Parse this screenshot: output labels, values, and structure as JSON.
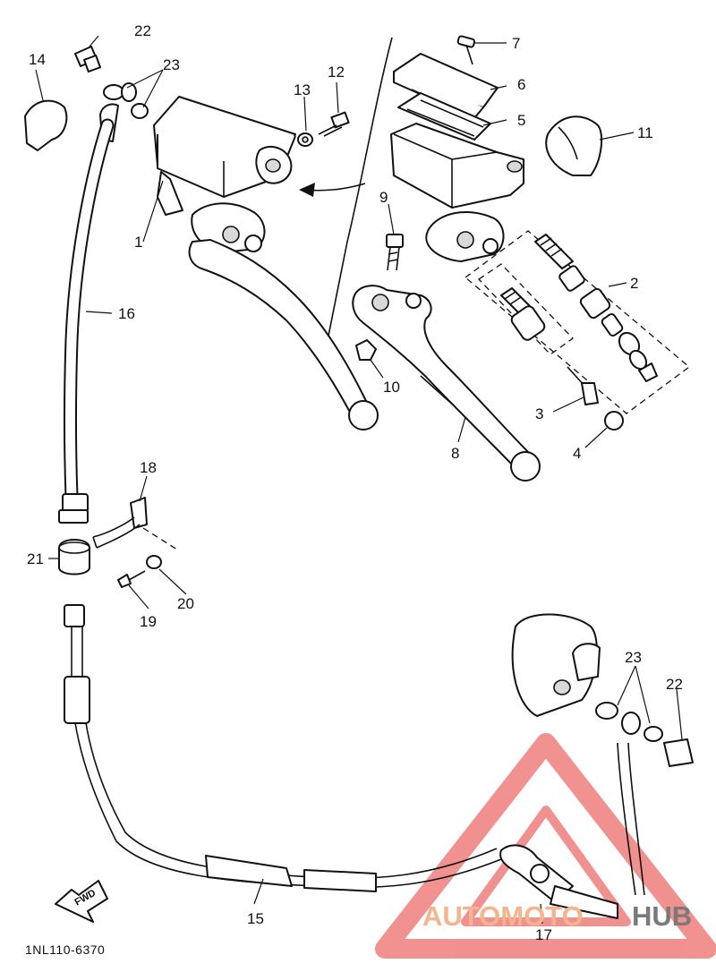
{
  "diagram": {
    "part_numbers": [
      "1",
      "2",
      "3",
      "4",
      "5",
      "6",
      "7",
      "8",
      "9",
      "10",
      "11",
      "12",
      "13",
      "14",
      "15",
      "16",
      "17",
      "18",
      "19",
      "20",
      "21",
      "22",
      "23"
    ],
    "fwd_arrow_label": "FWD",
    "figure_code": "1NL110-6370"
  },
  "watermark": {
    "text_part1": "AUTOMOTO",
    "text_part2": "HUB",
    "color_part1": "#f5b48e",
    "color_part2": "#7a7a7a",
    "logo_color": "#e53935"
  }
}
